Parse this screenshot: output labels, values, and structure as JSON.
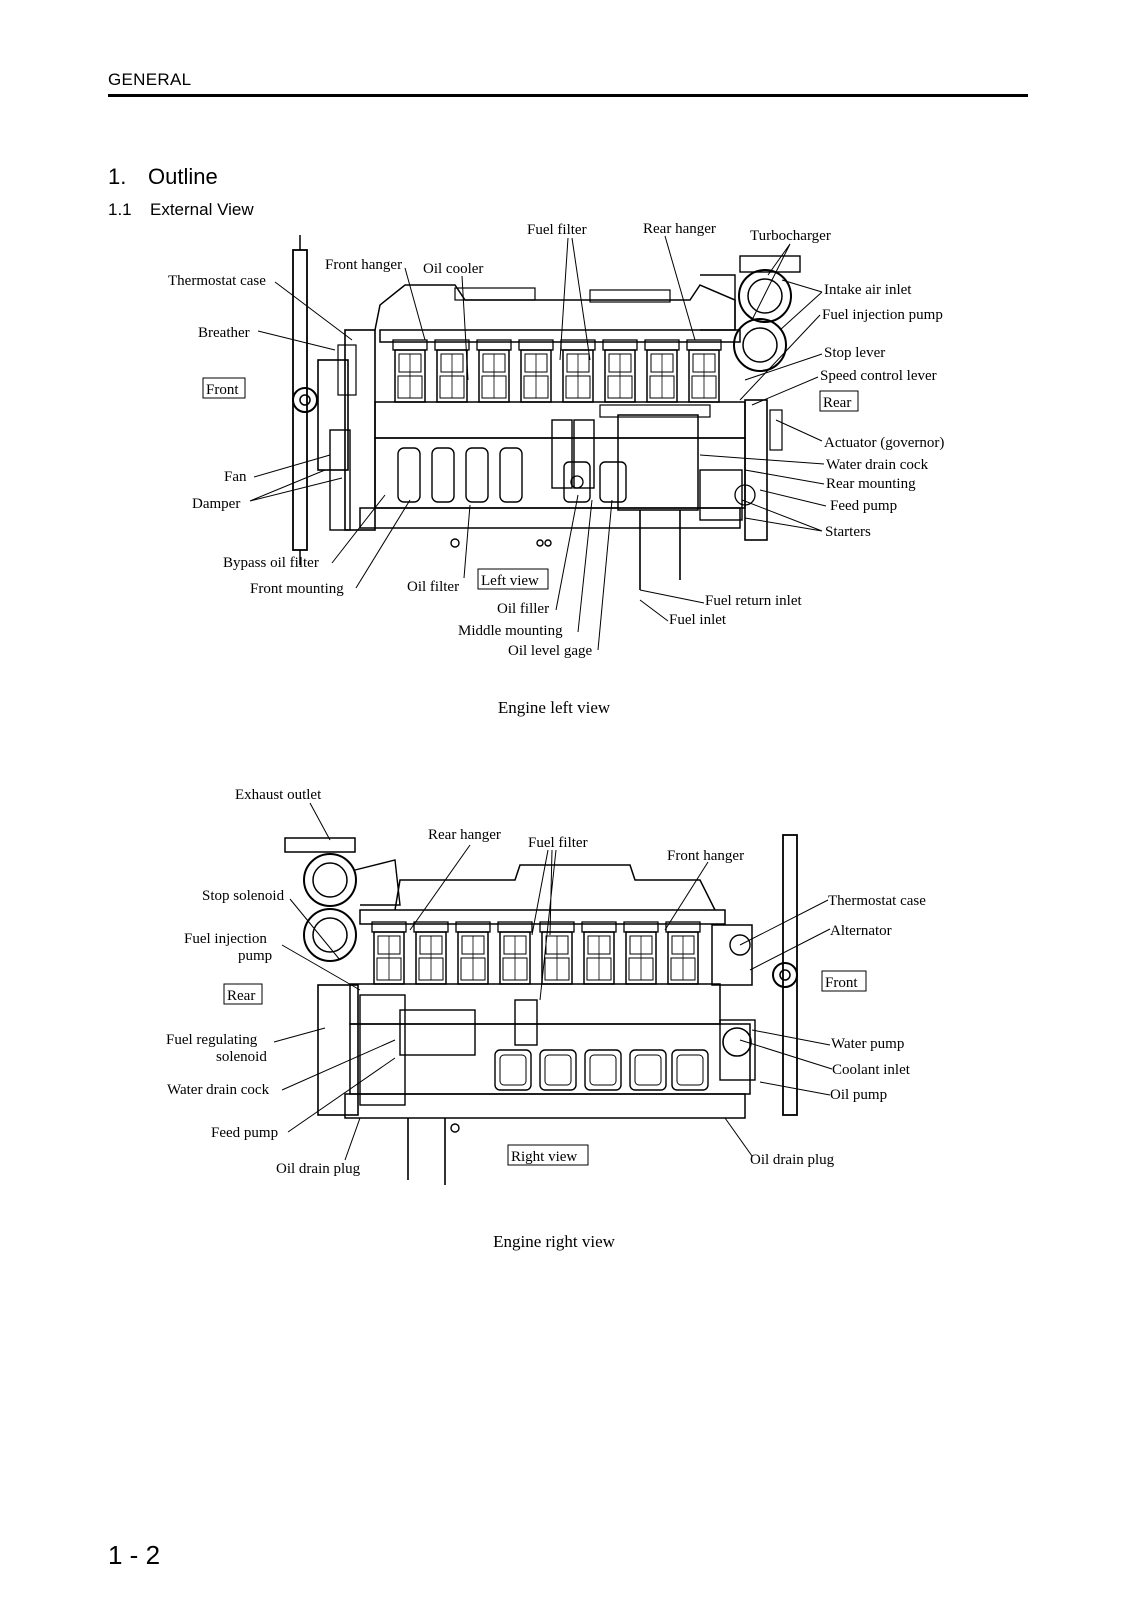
{
  "header": {
    "section": "GENERAL"
  },
  "heading1": {
    "number": "1.",
    "title": "Outline"
  },
  "heading2": {
    "number": "1.1",
    "title": "External View"
  },
  "figure_left": {
    "caption": "Engine left view",
    "view_tag": "Left view",
    "front_tag": "Front",
    "rear_tag": "Rear",
    "labels": {
      "fuel_filter": "Fuel filter",
      "rear_hanger": "Rear hanger",
      "turbocharger": "Turbocharger",
      "front_hanger": "Front hanger",
      "oil_cooler": "Oil cooler",
      "thermostat_case": "Thermostat case",
      "intake_air_inlet": "Intake air inlet",
      "fuel_injection_pump": "Fuel injection pump",
      "breather": "Breather",
      "stop_lever": "Stop lever",
      "speed_control_lever": "Speed control lever",
      "actuator": "Actuator (governor)",
      "water_drain_cock": "Water drain cock",
      "rear_mounting": "Rear mounting",
      "fan": "Fan",
      "feed_pump": "Feed pump",
      "damper": "Damper",
      "starters": "Starters",
      "bypass_oil_filter": "Bypass oil filter",
      "front_mounting": "Front mounting",
      "oil_filter": "Oil filter",
      "fuel_return_inlet": "Fuel return inlet",
      "oil_filler": "Oil filler",
      "fuel_inlet": "Fuel inlet",
      "middle_mounting": "Middle mounting",
      "oil_level_gage": "Oil level gage"
    }
  },
  "figure_right": {
    "caption": "Engine right view",
    "view_tag": "Right view",
    "front_tag": "Front",
    "rear_tag": "Rear",
    "labels": {
      "exhaust_outlet": "Exhaust outlet",
      "rear_hanger": "Rear hanger",
      "fuel_filter": "Fuel filter",
      "front_hanger": "Front hanger",
      "stop_solenoid": "Stop solenoid",
      "thermostat_case": "Thermostat case",
      "fuel_injection_1": "Fuel injection",
      "fuel_injection_2": "pump",
      "alternator": "Alternator",
      "fuel_regulating_1": "Fuel regulating",
      "fuel_regulating_2": "solenoid",
      "water_pump": "Water pump",
      "coolant_inlet": "Coolant inlet",
      "water_drain_cock": "Water drain cock",
      "oil_pump": "Oil pump",
      "feed_pump": "Feed pump",
      "oil_drain_plug_left": "Oil drain plug",
      "oil_drain_plug_right": "Oil drain plug"
    }
  },
  "footer": {
    "page_number": "1 - 2"
  }
}
